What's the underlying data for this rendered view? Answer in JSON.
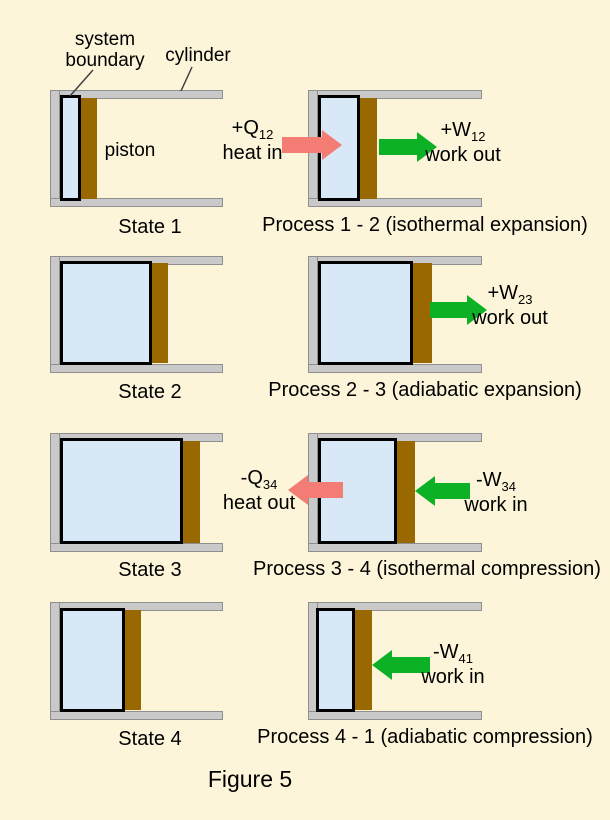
{
  "figure_caption": "Figure 5",
  "annotations": {
    "system_boundary_line1": "system",
    "system_boundary_line2": "boundary",
    "cylinder": "cylinder",
    "piston": "piston"
  },
  "states": [
    {
      "label": "State 1"
    },
    {
      "label": "State 2"
    },
    {
      "label": "State 3"
    },
    {
      "label": "State 4"
    }
  ],
  "processes": [
    {
      "label": "Process 1 - 2 (isothermal expansion)",
      "heat": {
        "symbol": "+Q",
        "subscript": "12",
        "caption": "heat in"
      },
      "work": {
        "symbol": "+W",
        "subscript": "12",
        "caption": "work out"
      }
    },
    {
      "label": "Process 2 - 3 (adiabatic expansion)",
      "work": {
        "symbol": "+W",
        "subscript": "23",
        "caption": "work out"
      }
    },
    {
      "label": "Process 3 - 4 (isothermal compression)",
      "heat": {
        "symbol": "-Q",
        "subscript": "34",
        "caption": "heat out"
      },
      "work": {
        "symbol": "-W",
        "subscript": "34",
        "caption": "work in"
      }
    },
    {
      "label": "Process 4 - 1 (adiabatic compression)",
      "work": {
        "symbol": "-W",
        "subscript": "41",
        "caption": "work in"
      }
    }
  ],
  "colors": {
    "background": "#FCF5D9",
    "cylinder_wall": "#C9C9C9",
    "gas": "#D8E8F6",
    "system_boundary": "#000000",
    "piston": "#9A6800",
    "heat_arrow": "#F37D74",
    "work_arrow": "#0DB125"
  }
}
